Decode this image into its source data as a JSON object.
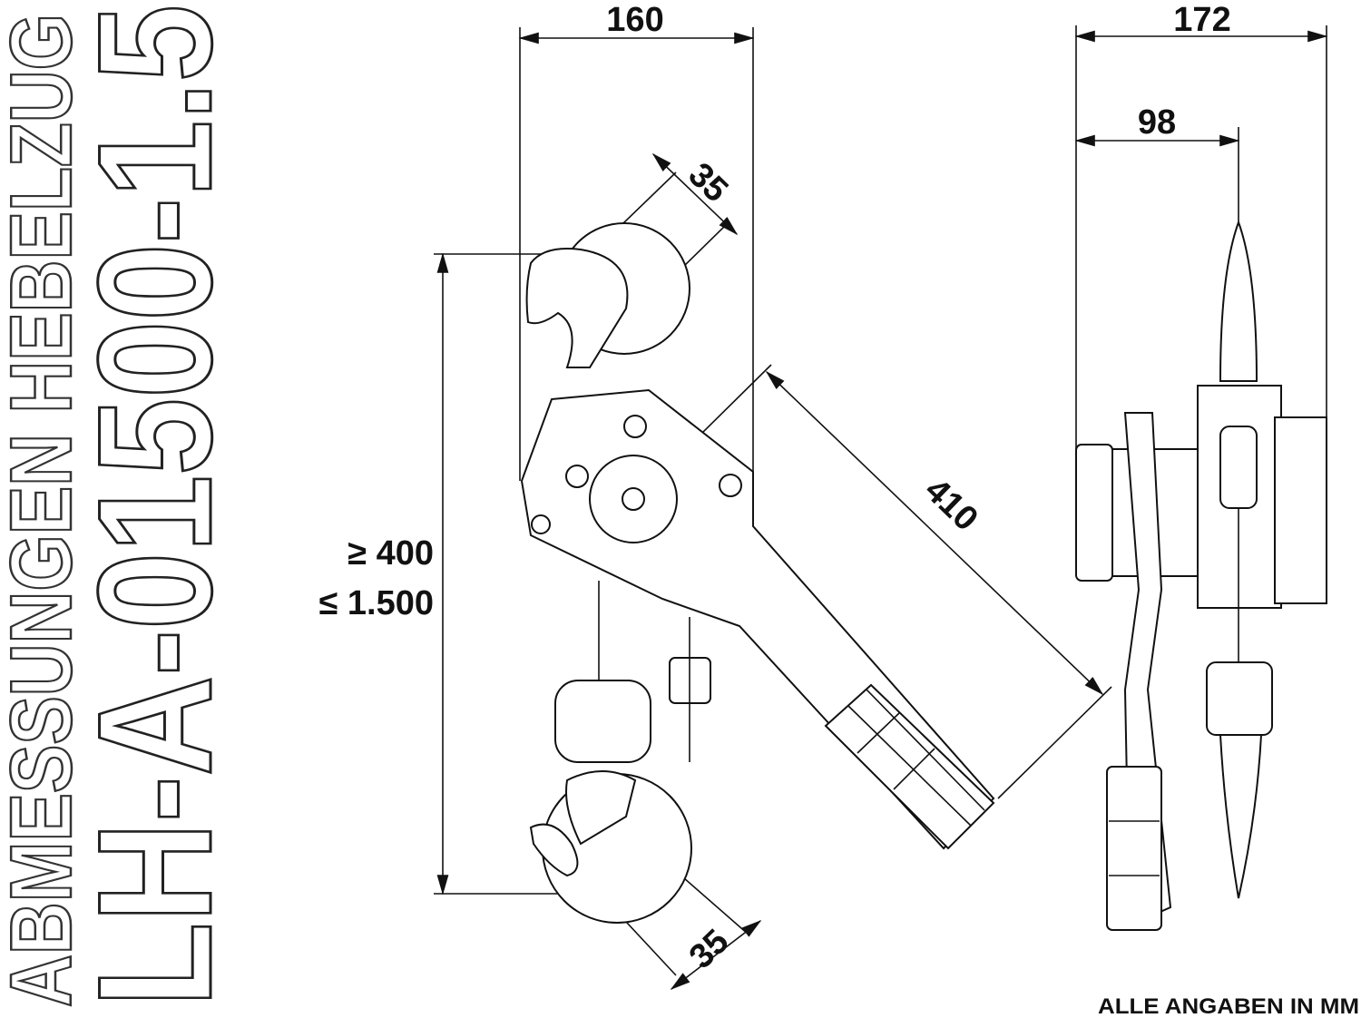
{
  "title": {
    "line1": "ABMESSUNGEN HEBELZUG",
    "line2": "LH-A-01500-1.5"
  },
  "dimensions": {
    "width_front": "160",
    "width_side": "172",
    "width_side_inner": "98",
    "hook_top": "35",
    "hook_bottom": "35",
    "lever_length": "410",
    "lift_min": "≥ 400",
    "lift_max": "≤ 1.500"
  },
  "footer": {
    "note": "ALLE ANGABEN IN MM"
  }
}
